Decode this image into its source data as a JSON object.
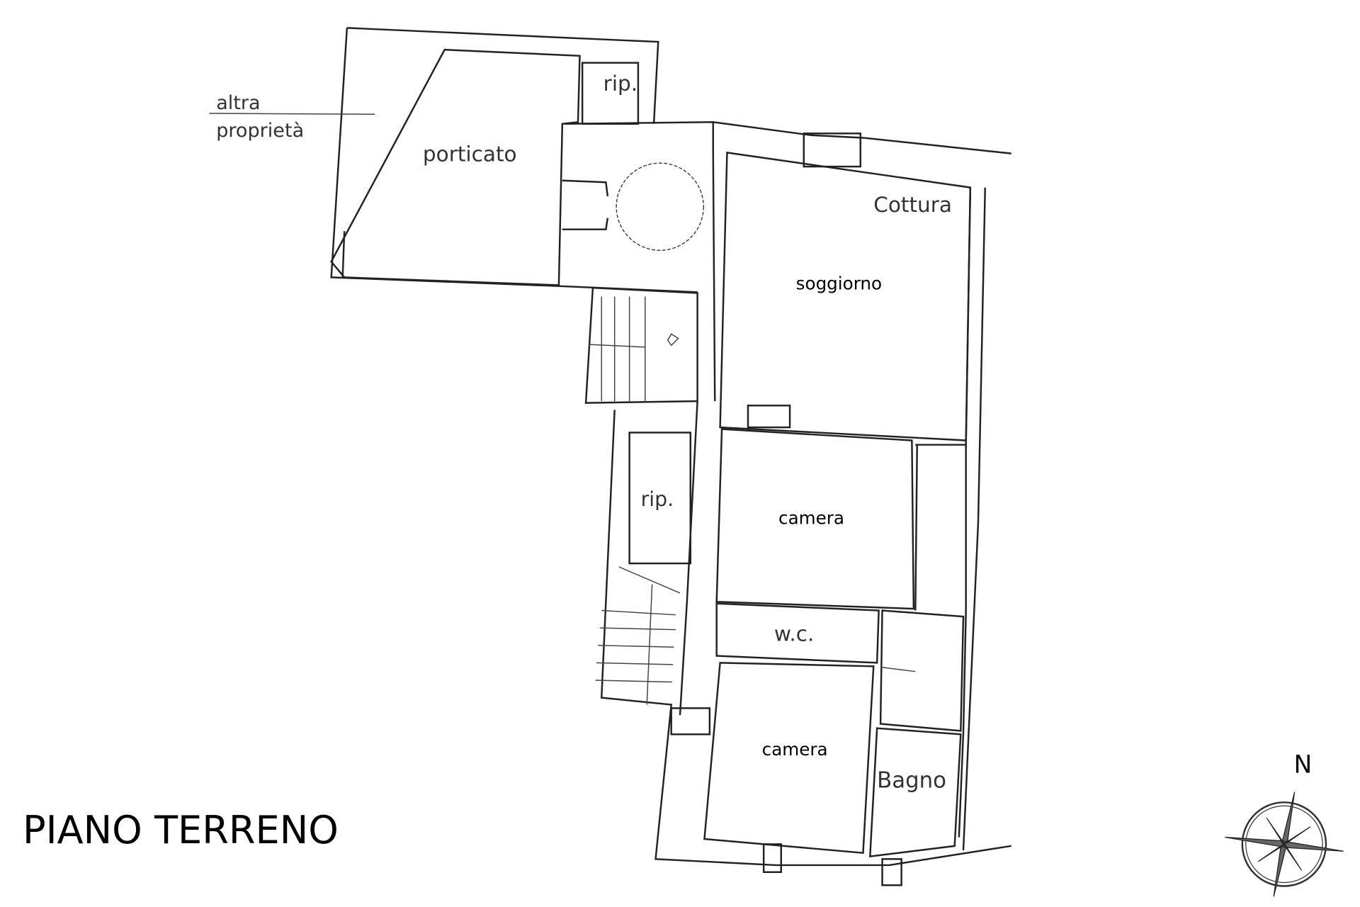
{
  "plan": {
    "title": "PIANO TERRENO",
    "north_label": "N",
    "neighbor_label_line1": "altra",
    "neighbor_label_line2": "proprietà",
    "rooms": {
      "porticato": "porticato",
      "rip_top": "rip.",
      "cottura": "Cottura",
      "soggiorno": "soggiorno",
      "rip_mid": "rip.",
      "camera_1": "camera",
      "wc": "w.c.",
      "camera_2": "camera",
      "bagno": "Bagno"
    }
  }
}
